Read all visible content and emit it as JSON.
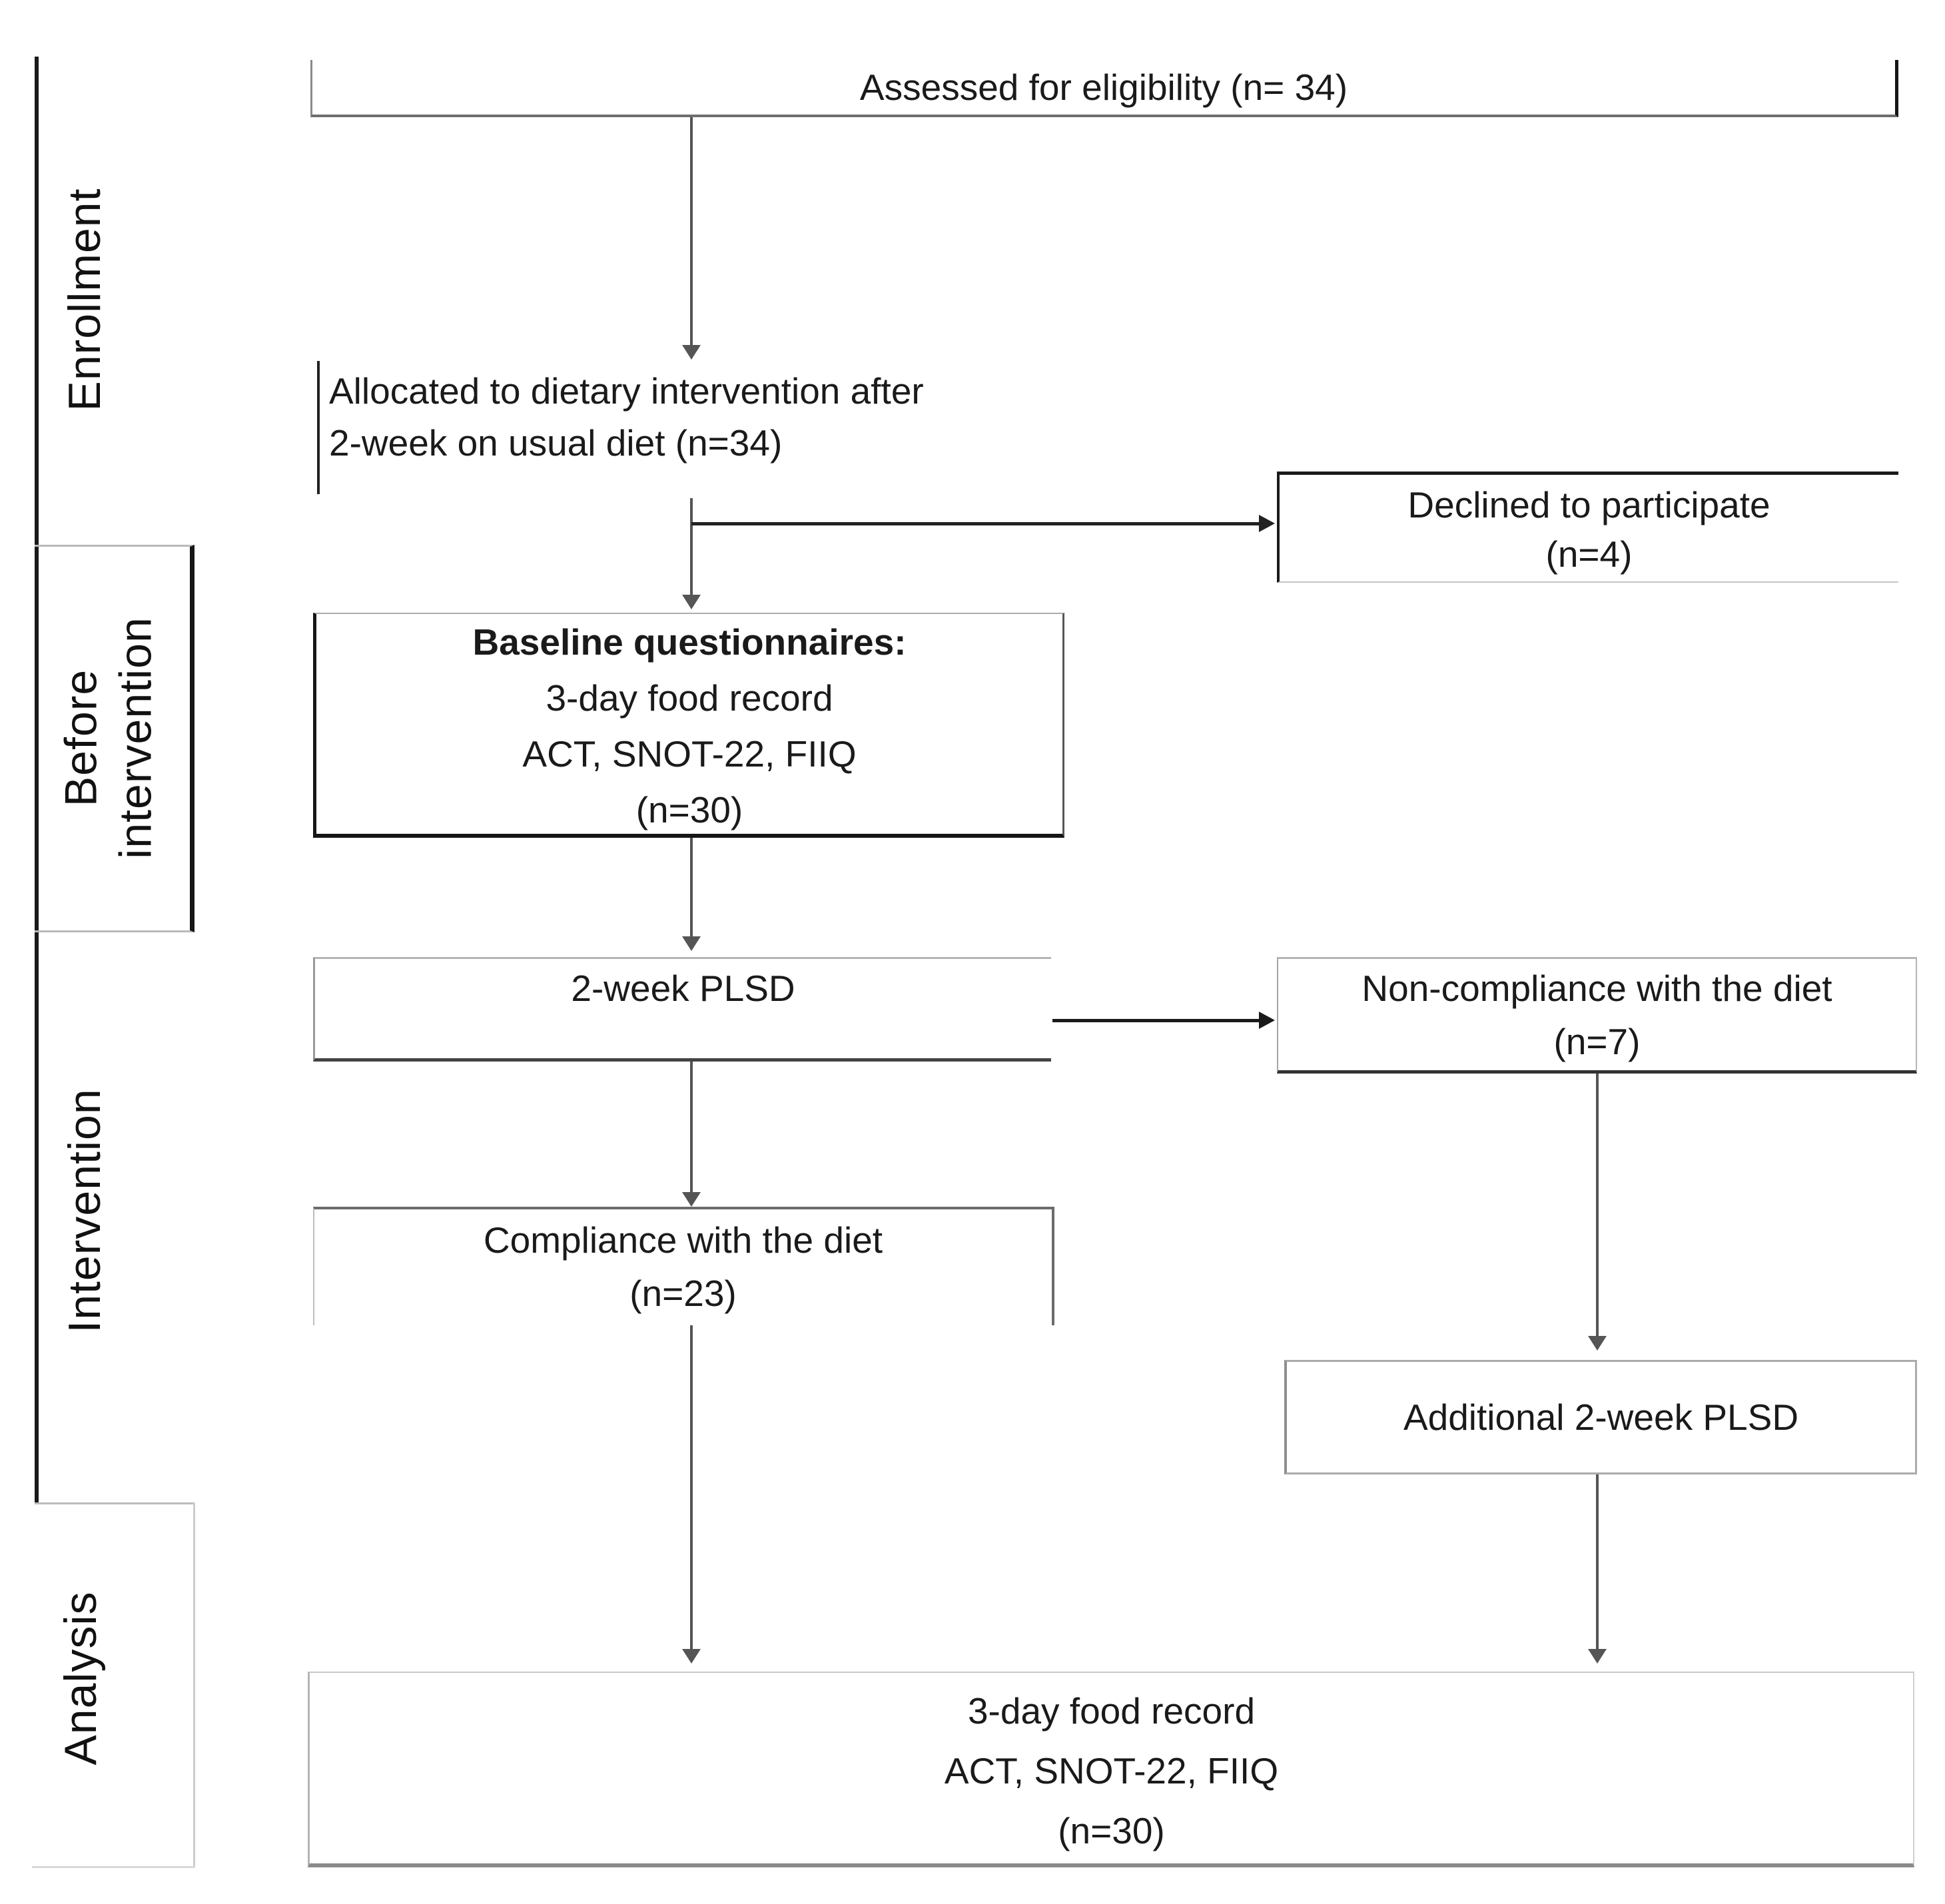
{
  "sections": {
    "enrollment": "Enrollment",
    "before_intervention": "Before\nintervention",
    "intervention": "Intervention",
    "analysis": "Analysis"
  },
  "boxes": {
    "assessed": {
      "text": "Assessed for eligibility (n= 34)"
    },
    "allocated": {
      "line1": "Allocated to dietary intervention after",
      "line2": "2-week on usual diet (n=34)"
    },
    "declined": {
      "line1": "Declined to participate",
      "line2": "(n=4)"
    },
    "baseline": {
      "title": "Baseline questionnaires:",
      "line1": "3-day food record",
      "line2": "ACT, SNOT-22, FIIQ",
      "line3": "(n=30)"
    },
    "plsd": {
      "text": "2-week PLSD"
    },
    "noncompliance": {
      "line1": "Non-compliance with the diet",
      "line2": "(n=7)"
    },
    "compliance": {
      "line1": "Compliance with the diet",
      "line2": "(n=23)"
    },
    "additional": {
      "text": "Additional 2-week PLSD"
    },
    "final": {
      "line1": "3-day food record",
      "line2": "ACT, SNOT-22, FIIQ",
      "line3": "(n=30)"
    }
  },
  "colors": {
    "background": "#ffffff",
    "text": "#1a1a1a",
    "line_dark": "#1a1a1a",
    "line_gray": "#555555",
    "border_light": "#b5b5b5"
  }
}
